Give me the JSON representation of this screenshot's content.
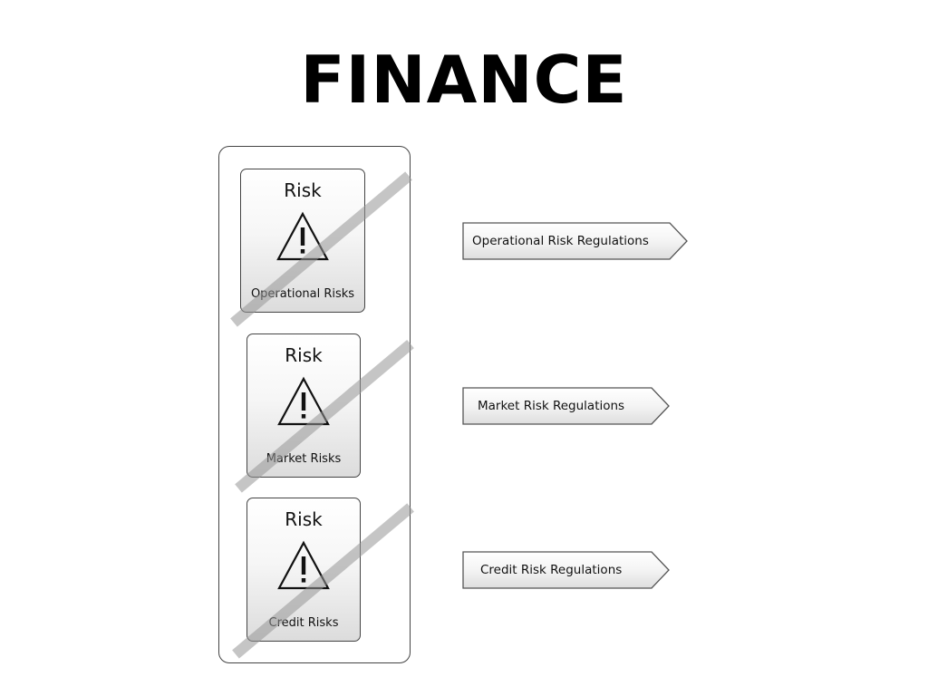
{
  "title": "FINANCE",
  "risk_cards": [
    {
      "heading": "Risk",
      "label": "Operational Risks",
      "icon": "warning-triangle-icon",
      "crossed_out": true
    },
    {
      "heading": "Risk",
      "label": "Market Risks",
      "icon": "warning-triangle-icon",
      "crossed_out": true
    },
    {
      "heading": "Risk",
      "label": "Credit Risks",
      "icon": "warning-triangle-icon",
      "crossed_out": true
    }
  ],
  "regulations": [
    {
      "label": "Operational Risk Regulations"
    },
    {
      "label": "Market Risk Regulations"
    },
    {
      "label": "Credit Risk Regulations"
    }
  ],
  "colors": {
    "border": "#444444",
    "strike": "#969696",
    "gradient_top": "#ffffff",
    "gradient_bottom": "#dcdcdc"
  }
}
